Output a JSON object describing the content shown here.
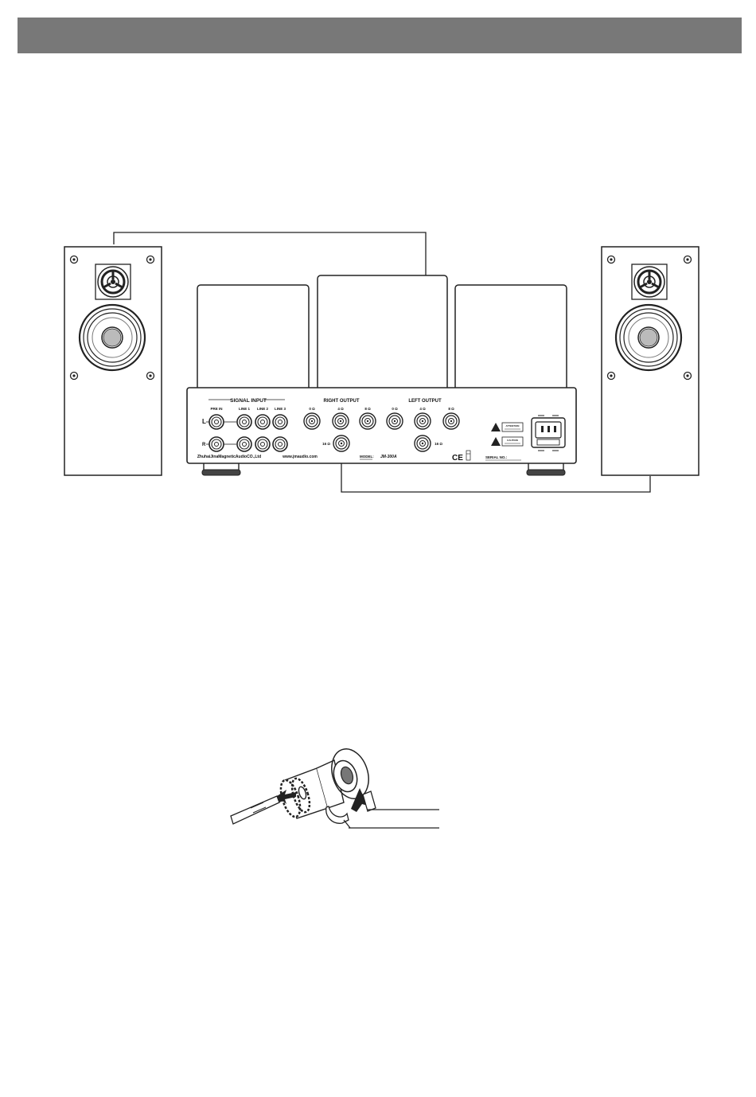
{
  "colors": {
    "header_bar": "#787878",
    "line": "#222222",
    "fill": "#ffffff"
  },
  "amplifier": {
    "signal_input_label": "SIGNAL INPUT",
    "right_output_label": "RIGHT OUTPUT",
    "left_output_label": "LEFT OUTPUT",
    "input_labels": [
      "PRE IN",
      "LINE 1",
      "LINE 2",
      "LINE 3"
    ],
    "channel_left": "L",
    "channel_right": "R",
    "right_output_terminals": [
      "0 Ω",
      "4 Ω",
      "8 Ω"
    ],
    "left_output_terminals": [
      "0 Ω",
      "4 Ω",
      "8 Ω"
    ],
    "right_16_label": "16 Ω",
    "left_16_label": "16 Ω",
    "manufacturer": "ZhuhaiJinaMagneticAudioCO.,Ltd",
    "website": "www.jmaudio.com",
    "model_label": "MODEL:",
    "model_value": "JM-300A",
    "serial_label": "SERIAL NO.:",
    "attention_label": "ATTENTION",
    "caution_label": "CAUTION",
    "ce_mark": "CE"
  },
  "icons": [
    "speaker-left-icon",
    "speaker-right-icon",
    "tweeter-icon",
    "woofer-icon",
    "binding-post-icon",
    "screwdriver-icon",
    "spade-connector-icon",
    "arrow-icon",
    "warning-triangle-icon",
    "power-socket-icon"
  ]
}
